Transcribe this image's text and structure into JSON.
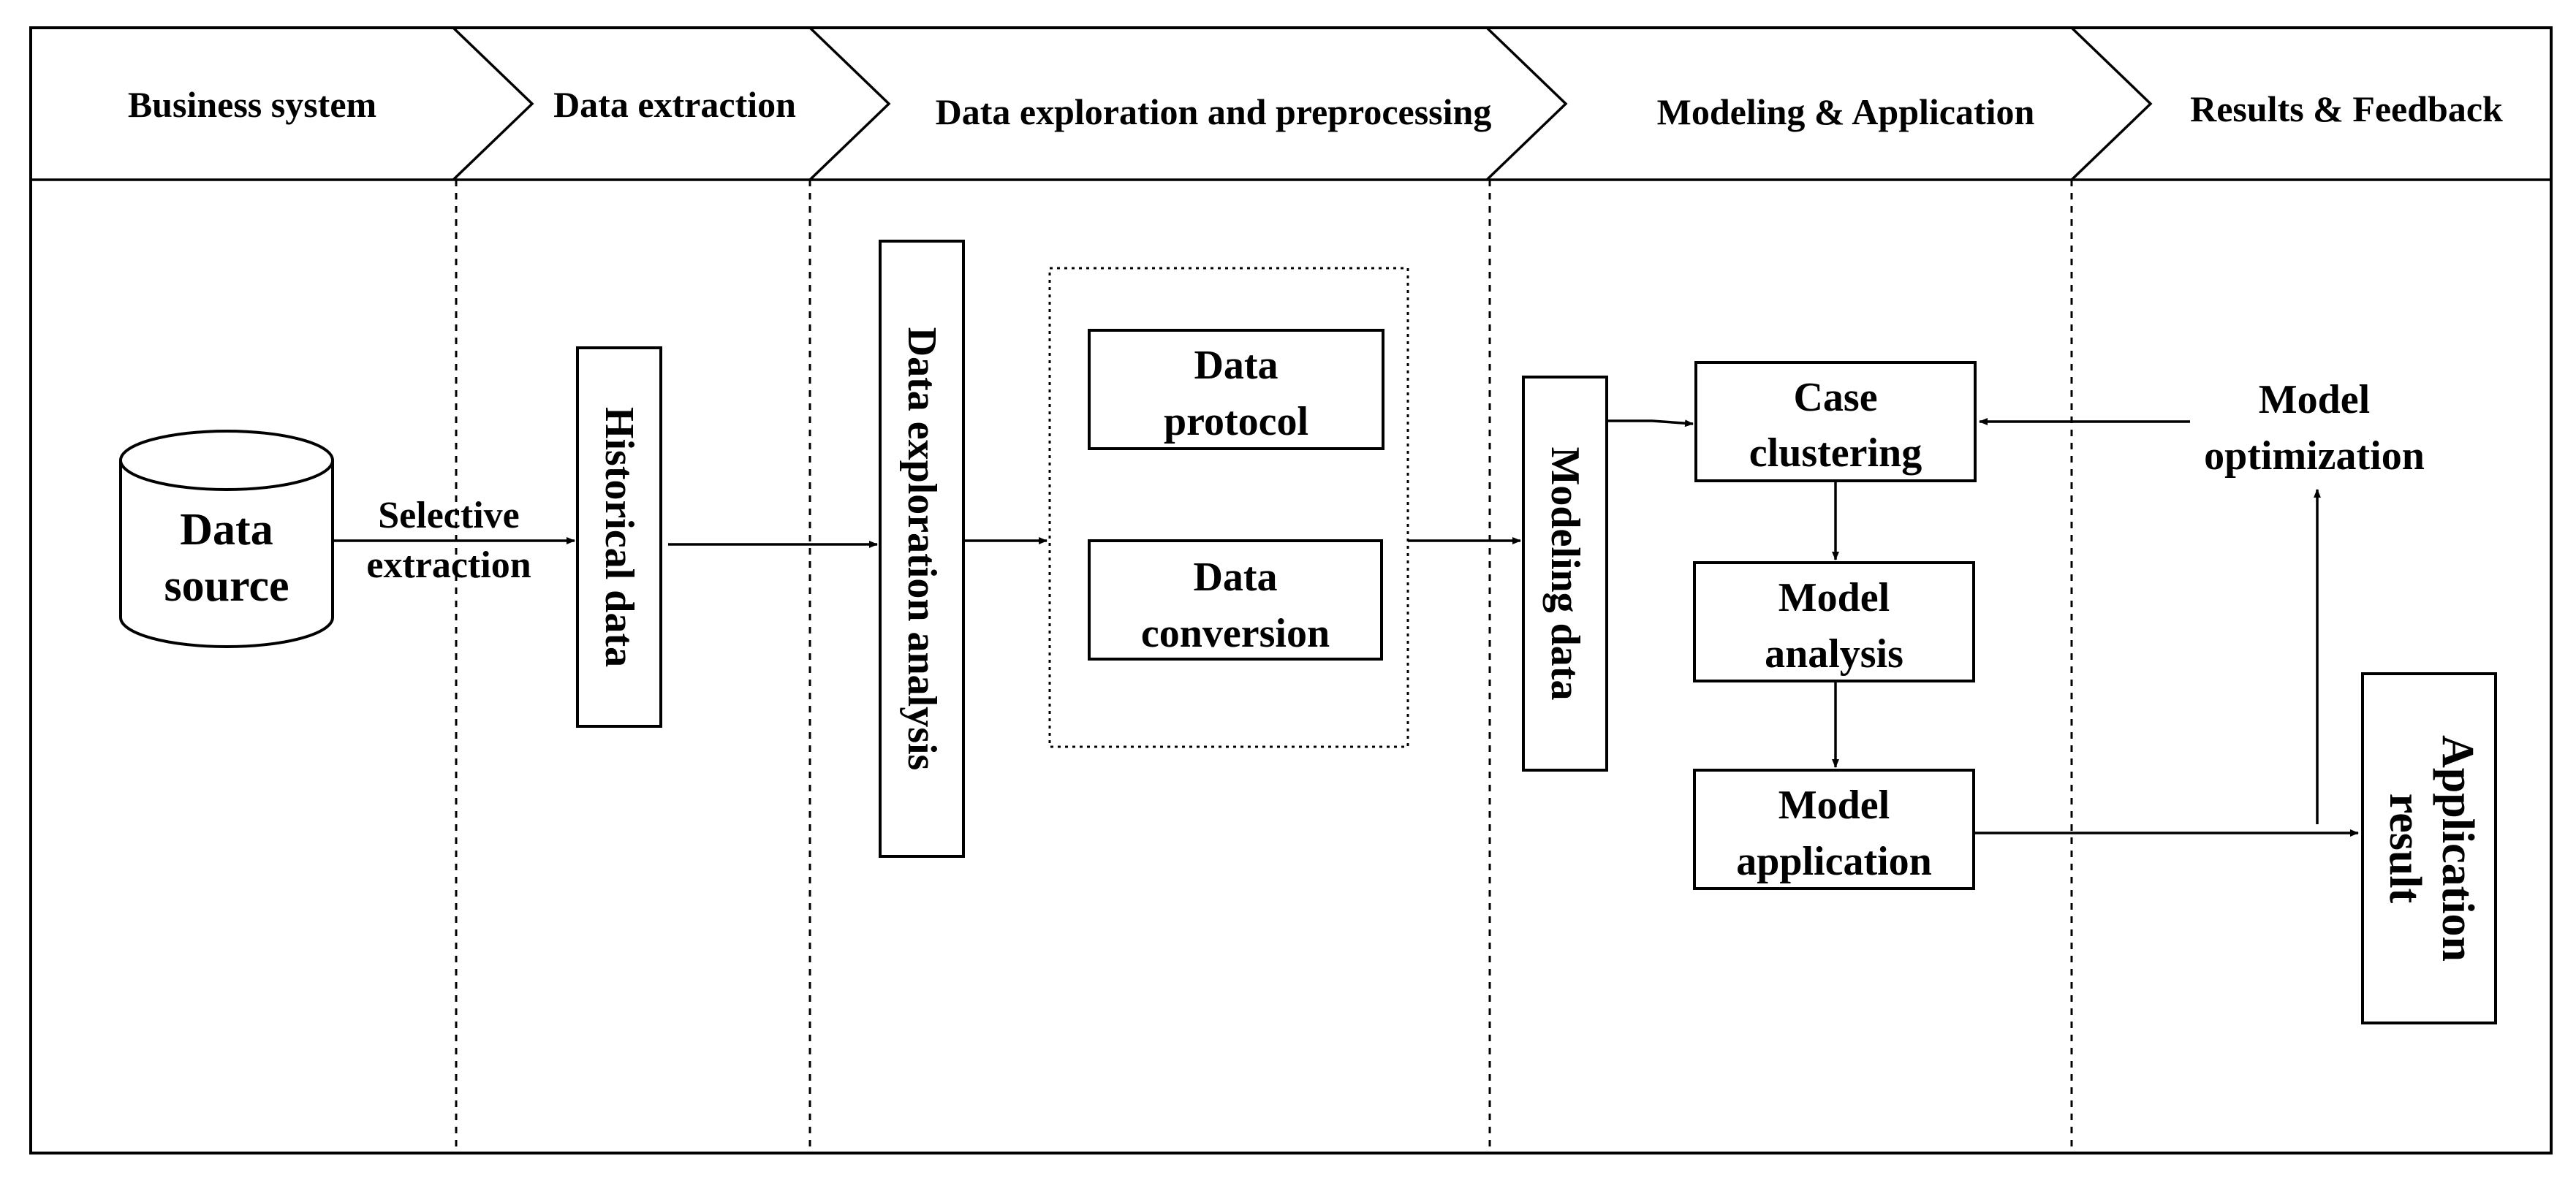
{
  "stages": [
    {
      "id": "business",
      "label": "Business system"
    },
    {
      "id": "extraction",
      "label": "Data extraction"
    },
    {
      "id": "exploration",
      "label": "Data exploration and preprocessing"
    },
    {
      "id": "modeling",
      "label": "Modeling & Application"
    },
    {
      "id": "results",
      "label": "Results & Feedback"
    }
  ],
  "nodes": {
    "data_source": {
      "line1": "Data",
      "line2": "source"
    },
    "historical_data": {
      "label": "Historical data"
    },
    "exploration_analysis": {
      "label": "Data exploration analysis"
    },
    "data_protocol": {
      "line1": "Data",
      "line2": "protocol"
    },
    "data_conversion": {
      "line1": "Data",
      "line2": "conversion"
    },
    "modeling_data": {
      "label": "Modeling data"
    },
    "case_clustering": {
      "line1": "Case",
      "line2": "clustering"
    },
    "model_analysis": {
      "line1": "Model",
      "line2": "analysis"
    },
    "model_application": {
      "line1": "Model",
      "line2": "application"
    },
    "model_optimization": {
      "line1": "Model",
      "line2": "optimization"
    },
    "application_result": {
      "line1": "Application",
      "line2": "result"
    }
  },
  "edges": {
    "selective_extraction": {
      "line1": "Selective",
      "line2": "extraction"
    }
  }
}
